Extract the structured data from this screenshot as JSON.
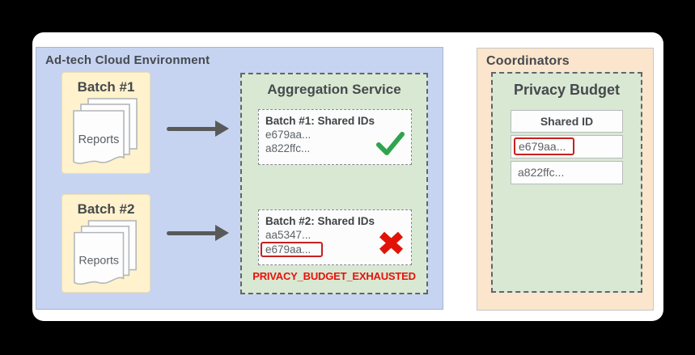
{
  "adtech": {
    "title": "Ad-tech Cloud Environment",
    "batch1": {
      "title": "Batch #1",
      "doc_label": "Reports"
    },
    "batch2": {
      "title": "Batch #2",
      "doc_label": "Reports"
    },
    "aggregation": {
      "title": "Aggregation Service",
      "result1": {
        "title": "Batch #1: Shared IDs",
        "ids": [
          "e679aa...",
          "a822ffc..."
        ],
        "status": "success"
      },
      "result2": {
        "title": "Batch #2: Shared IDs",
        "ids": [
          "aa5347...",
          "e679aa..."
        ],
        "flagged_id": "e679aa...",
        "status": "error"
      },
      "error_label": "PRIVACY_BUDGET_EXHAUSTED"
    }
  },
  "coordinators": {
    "title": "Coordinators",
    "privacy_budget": {
      "title": "Privacy Budget",
      "table": {
        "header": "Shared ID",
        "rows": [
          "e679aa...",
          "a822ffc..."
        ],
        "flagged_row_index": 0
      }
    }
  },
  "icons": {
    "arrow": "arrow-right-icon",
    "check": "check-icon",
    "cross": "cross-icon",
    "reports": "reports-stack-icon"
  },
  "colors": {
    "adtech_bg": "#c6d4f1",
    "batch_bg": "#fff2cc",
    "service_bg": "#d9e8d3",
    "coordinators_bg": "#fce5cd",
    "success_green": "#2fa44e",
    "error_red": "#e8120a",
    "flag_border_red": "#c5221f",
    "arrow_gray": "#595959"
  }
}
